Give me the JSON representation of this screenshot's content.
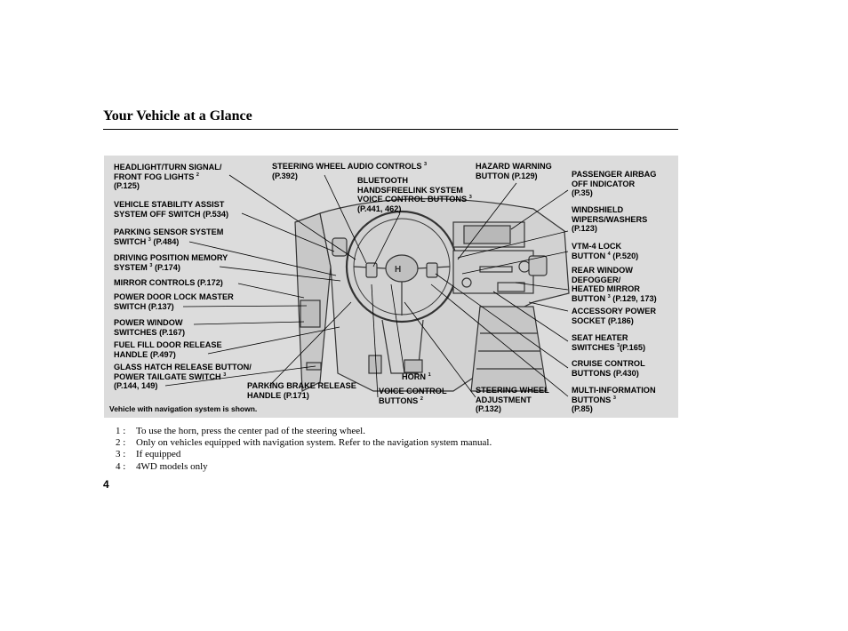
{
  "page": {
    "title": "Your Vehicle at a Glance",
    "page_number": "4"
  },
  "figure": {
    "note": "Vehicle with navigation system is shown.",
    "labels_left": [
      {
        "lines": [
          "HEADLIGHT/TURN SIGNAL/",
          "FRONT FOG LIGHTS"
        ],
        "sup": "2",
        "ref": "(P.125)"
      },
      {
        "lines": [
          "VEHICLE STABILITY ASSIST",
          "SYSTEM OFF SWITCH"
        ],
        "sup": "",
        "ref": "(P.534)"
      },
      {
        "lines": [
          "PARKING SENSOR SYSTEM",
          "SWITCH"
        ],
        "sup": "3",
        "ref": "(P.484)"
      },
      {
        "lines": [
          "DRIVING POSITION MEMORY",
          "SYSTEM"
        ],
        "sup": "3",
        "ref": "(P.174)"
      },
      {
        "lines": [
          "MIRROR CONTROLS"
        ],
        "sup": "",
        "ref": "(P.172)"
      },
      {
        "lines": [
          "POWER DOOR LOCK MASTER",
          "SWITCH"
        ],
        "sup": "",
        "ref": "(P.137)"
      },
      {
        "lines": [
          "POWER WINDOW",
          "SWITCHES"
        ],
        "sup": "",
        "ref": "(P.167)"
      },
      {
        "lines": [
          "FUEL FILL DOOR RELEASE",
          "HANDLE"
        ],
        "sup": "",
        "ref": "(P.497)"
      },
      {
        "lines": [
          "GLASS HATCH RELEASE BUTTON/",
          "POWER TAILGATE SWITCH"
        ],
        "sup": "3",
        "ref": "(P.144, 149)"
      }
    ],
    "labels_top": [
      {
        "lines": [
          "STEERING WHEEL AUDIO CONTROLS"
        ],
        "sup": "3",
        "ref": "(P.392)"
      },
      {
        "lines": [
          "BLUETOOTH",
          "HANDSFREELINK SYSTEM",
          "VOICE CONTROL BUTTONS"
        ],
        "sup": "3",
        "ref": "(P.441, 462)"
      },
      {
        "lines": [
          "HAZARD WARNING",
          "BUTTON"
        ],
        "sup": "",
        "ref": "(P.129)"
      }
    ],
    "labels_bottom": [
      {
        "lines": [
          "PARKING BRAKE RELEASE",
          "HANDLE"
        ],
        "sup": "",
        "ref": "(P.171)"
      },
      {
        "lines": [
          "HORN"
        ],
        "sup": "1",
        "ref": ""
      },
      {
        "lines": [
          "VOICE CONTROL",
          "BUTTONS"
        ],
        "sup": "2",
        "ref": ""
      },
      {
        "lines": [
          "STEERING WHEEL",
          "ADJUSTMENT"
        ],
        "sup": "",
        "ref": "(P.132)"
      }
    ],
    "labels_right": [
      {
        "lines": [
          "PASSENGER AIRBAG",
          "OFF INDICATOR"
        ],
        "sup": "",
        "ref": "(P.35)"
      },
      {
        "lines": [
          "WINDSHIELD",
          "WIPERS/WASHERS"
        ],
        "sup": "",
        "ref": "(P.123)"
      },
      {
        "lines": [
          "VTM-4 LOCK",
          "BUTTON"
        ],
        "sup": "4",
        "ref": "(P.520)"
      },
      {
        "lines": [
          "REAR WINDOW",
          "DEFOGGER/",
          "HEATED MIRROR",
          "BUTTON"
        ],
        "sup": "3",
        "ref": "(P.129, 173)"
      },
      {
        "lines": [
          "ACCESSORY POWER",
          "SOCKET"
        ],
        "sup": "",
        "ref": "(P.186)"
      },
      {
        "lines": [
          "SEAT HEATER",
          "SWITCHES"
        ],
        "sup": "3",
        "ref": "(P.165)"
      },
      {
        "lines": [
          "CRUISE CONTROL",
          "BUTTONS"
        ],
        "sup": "",
        "ref": "(P.430)"
      },
      {
        "lines": [
          "MULTI-INFORMATION",
          "BUTTONS"
        ],
        "sup": "3",
        "ref": "(P.85)"
      }
    ]
  },
  "footnotes": [
    {
      "num": "1 :",
      "text": "To use the horn, press the center pad of the steering wheel."
    },
    {
      "num": "2 :",
      "text": "Only on vehicles equipped with navigation system. Refer to the navigation system manual."
    },
    {
      "num": "3 :",
      "text": "If equipped"
    },
    {
      "num": "4 :",
      "text": "4WD models only"
    }
  ]
}
